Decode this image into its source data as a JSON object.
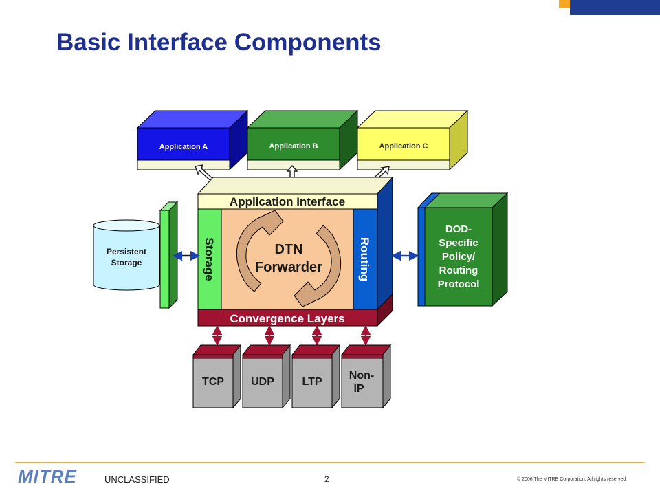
{
  "slide": {
    "title": "Basic Interface Components",
    "page_number": "2",
    "classification": "UNCLASSIFIED",
    "copyright": "© 2006 The MITRE Corporation. All rights reserved",
    "logo_text": "MITRE"
  },
  "diagram": {
    "applications": [
      "Application A",
      "Application B",
      "Application C"
    ],
    "application_interface": "Application Interface",
    "storage": "Storage",
    "routing": "Routing",
    "forwarder_line1": "DTN",
    "forwarder_line2": "Forwarder",
    "convergence_layers": "Convergence Layers",
    "persistent_storage_line1": "Persistent",
    "persistent_storage_line2": "Storage",
    "policy_lines": [
      "DOD-",
      "Specific",
      "Policy/",
      "Routing",
      "Protocol"
    ],
    "transports": [
      "TCP",
      "UDP",
      "LTP"
    ],
    "non_ip_line1": "Non-",
    "non_ip_line2": "IP"
  },
  "colors": {
    "title": "#1f2f8f",
    "app_a": "#1414e6",
    "app_b": "#2e8b2e",
    "app_c": "#ffff66",
    "storage": "#66ee66",
    "routing": "#0a5fd0",
    "forwarder": "#f9c89a",
    "convergence": "#a01432",
    "policy": "#2e8b2e",
    "persistent_storage": "#c8f4ff",
    "transport": "#b4b4b4"
  }
}
